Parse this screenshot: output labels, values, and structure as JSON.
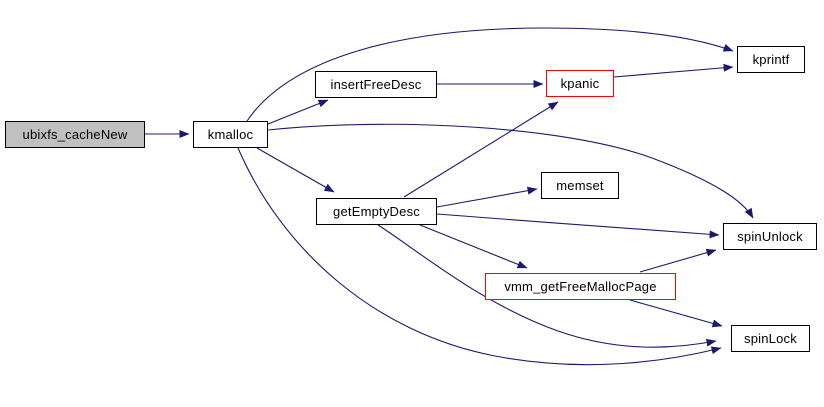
{
  "diagram": {
    "type": "call-graph",
    "root": "ubixfs_cacheNew",
    "nodes": [
      {
        "id": "ubixfs_cacheNew",
        "label": "ubixfs_cacheNew",
        "role": "root"
      },
      {
        "id": "kmalloc",
        "label": "kmalloc",
        "role": "function"
      },
      {
        "id": "insertFreeDesc",
        "label": "insertFreeDesc",
        "role": "function"
      },
      {
        "id": "kpanic",
        "label": "kpanic",
        "role": "truncated"
      },
      {
        "id": "kprintf",
        "label": "kprintf",
        "role": "function"
      },
      {
        "id": "getEmptyDesc",
        "label": "getEmptyDesc",
        "role": "function"
      },
      {
        "id": "memset",
        "label": "memset",
        "role": "function"
      },
      {
        "id": "spinUnlock",
        "label": "spinUnlock",
        "role": "function"
      },
      {
        "id": "vmm_getFreeMallocPage",
        "label": "vmm_getFreeMallocPage",
        "role": "truncated"
      },
      {
        "id": "spinLock",
        "label": "spinLock",
        "role": "function"
      }
    ],
    "edges": [
      {
        "from": "ubixfs_cacheNew",
        "to": "kmalloc"
      },
      {
        "from": "kmalloc",
        "to": "insertFreeDesc"
      },
      {
        "from": "kmalloc",
        "to": "kprintf"
      },
      {
        "from": "kmalloc",
        "to": "getEmptyDesc"
      },
      {
        "from": "kmalloc",
        "to": "spinUnlock"
      },
      {
        "from": "kmalloc",
        "to": "spinLock"
      },
      {
        "from": "insertFreeDesc",
        "to": "kpanic"
      },
      {
        "from": "kpanic",
        "to": "kprintf"
      },
      {
        "from": "getEmptyDesc",
        "to": "kpanic"
      },
      {
        "from": "getEmptyDesc",
        "to": "memset"
      },
      {
        "from": "getEmptyDesc",
        "to": "spinUnlock"
      },
      {
        "from": "getEmptyDesc",
        "to": "vmm_getFreeMallocPage"
      },
      {
        "from": "getEmptyDesc",
        "to": "spinLock"
      },
      {
        "from": "vmm_getFreeMallocPage",
        "to": "spinUnlock"
      },
      {
        "from": "vmm_getFreeMallocPage",
        "to": "spinLock"
      }
    ],
    "colors": {
      "edge": "#191970",
      "node_border": "#000000",
      "truncated_border": "#ff0000",
      "root_fill": "#c0c0c0",
      "node_fill": "#ffffff",
      "text": "#000000",
      "background": "#ffffff"
    }
  }
}
